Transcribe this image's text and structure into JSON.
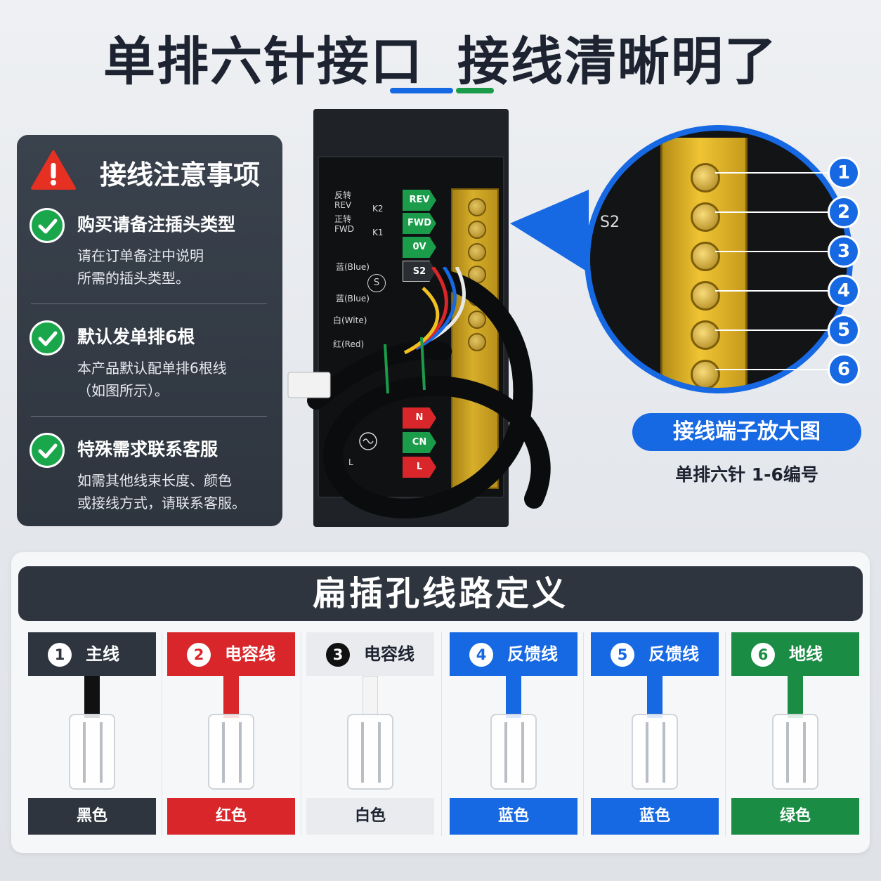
{
  "headline": {
    "part1": "单排六针接口",
    "part2": "接线清晰明了"
  },
  "notes": {
    "title": "接线注意事项",
    "items": [
      {
        "heading": "购买请备注插头类型",
        "lines": [
          "请在订单备注中说明",
          "所需的插头类型。"
        ]
      },
      {
        "heading": "默认发单排6根",
        "lines": [
          "本产品默认配单排6根线",
          "（如图所示）。"
        ]
      },
      {
        "heading": "特殊需求联系客服",
        "lines": [
          "如需其他线束长度、颜色",
          "或接线方式，请联系客服。"
        ]
      }
    ]
  },
  "device": {
    "labels": {
      "rev_cn": "反转",
      "rev_en": "REV",
      "fwd_cn": "正转",
      "fwd_en": "FWD",
      "k2": "K2",
      "k1": "K1",
      "blue1": "蓝(Blue)",
      "blue2": "蓝(Blue)",
      "white": "白(Wite)",
      "red": "红(Red)",
      "s": "S",
      "l_left": "L"
    },
    "tags": [
      "REV",
      "FWD",
      "0V",
      "S2",
      "N",
      "CN",
      "L"
    ]
  },
  "magnify": {
    "s2_label": "S2",
    "numbers": [
      "1",
      "2",
      "3",
      "4",
      "5",
      "6"
    ],
    "pill": "接线端子放大图",
    "sub": "单排六针   1-6编号"
  },
  "definitions": {
    "title": "扁插孔线路定义",
    "columns": [
      {
        "num": "1",
        "name": "主线",
        "color_name": "黑色",
        "head_bg": "#2e353f",
        "head_fg": "#ffffff",
        "wire": "#111111",
        "num_fg": "#2e353f"
      },
      {
        "num": "2",
        "name": "电容线",
        "color_name": "红色",
        "head_bg": "#d8262a",
        "head_fg": "#ffffff",
        "wire": "#d8262a",
        "num_fg": "#d8262a"
      },
      {
        "num": "3",
        "name": "电容线",
        "color_name": "白色",
        "head_bg": "#e9ebee",
        "head_fg": "#1d2330",
        "wire": "#f4f4f4",
        "num_fg": "#ffffff"
      },
      {
        "num": "4",
        "name": "反馈线",
        "color_name": "蓝色",
        "head_bg": "#1668e3",
        "head_fg": "#ffffff",
        "wire": "#1668e3",
        "num_fg": "#1668e3"
      },
      {
        "num": "5",
        "name": "反馈线",
        "color_name": "蓝色",
        "head_bg": "#1668e3",
        "head_fg": "#ffffff",
        "wire": "#1668e3",
        "num_fg": "#1668e3"
      },
      {
        "num": "6",
        "name": "地线",
        "color_name": "绿色",
        "head_bg": "#1a8c44",
        "head_fg": "#ffffff",
        "wire": "#1a8c44",
        "num_fg": "#1a8c44"
      }
    ]
  },
  "colors": {
    "accent_blue": "#1668e3",
    "accent_green": "#1a9c4a",
    "dark_panel": "#2e353f",
    "warn_red": "#e63022"
  }
}
